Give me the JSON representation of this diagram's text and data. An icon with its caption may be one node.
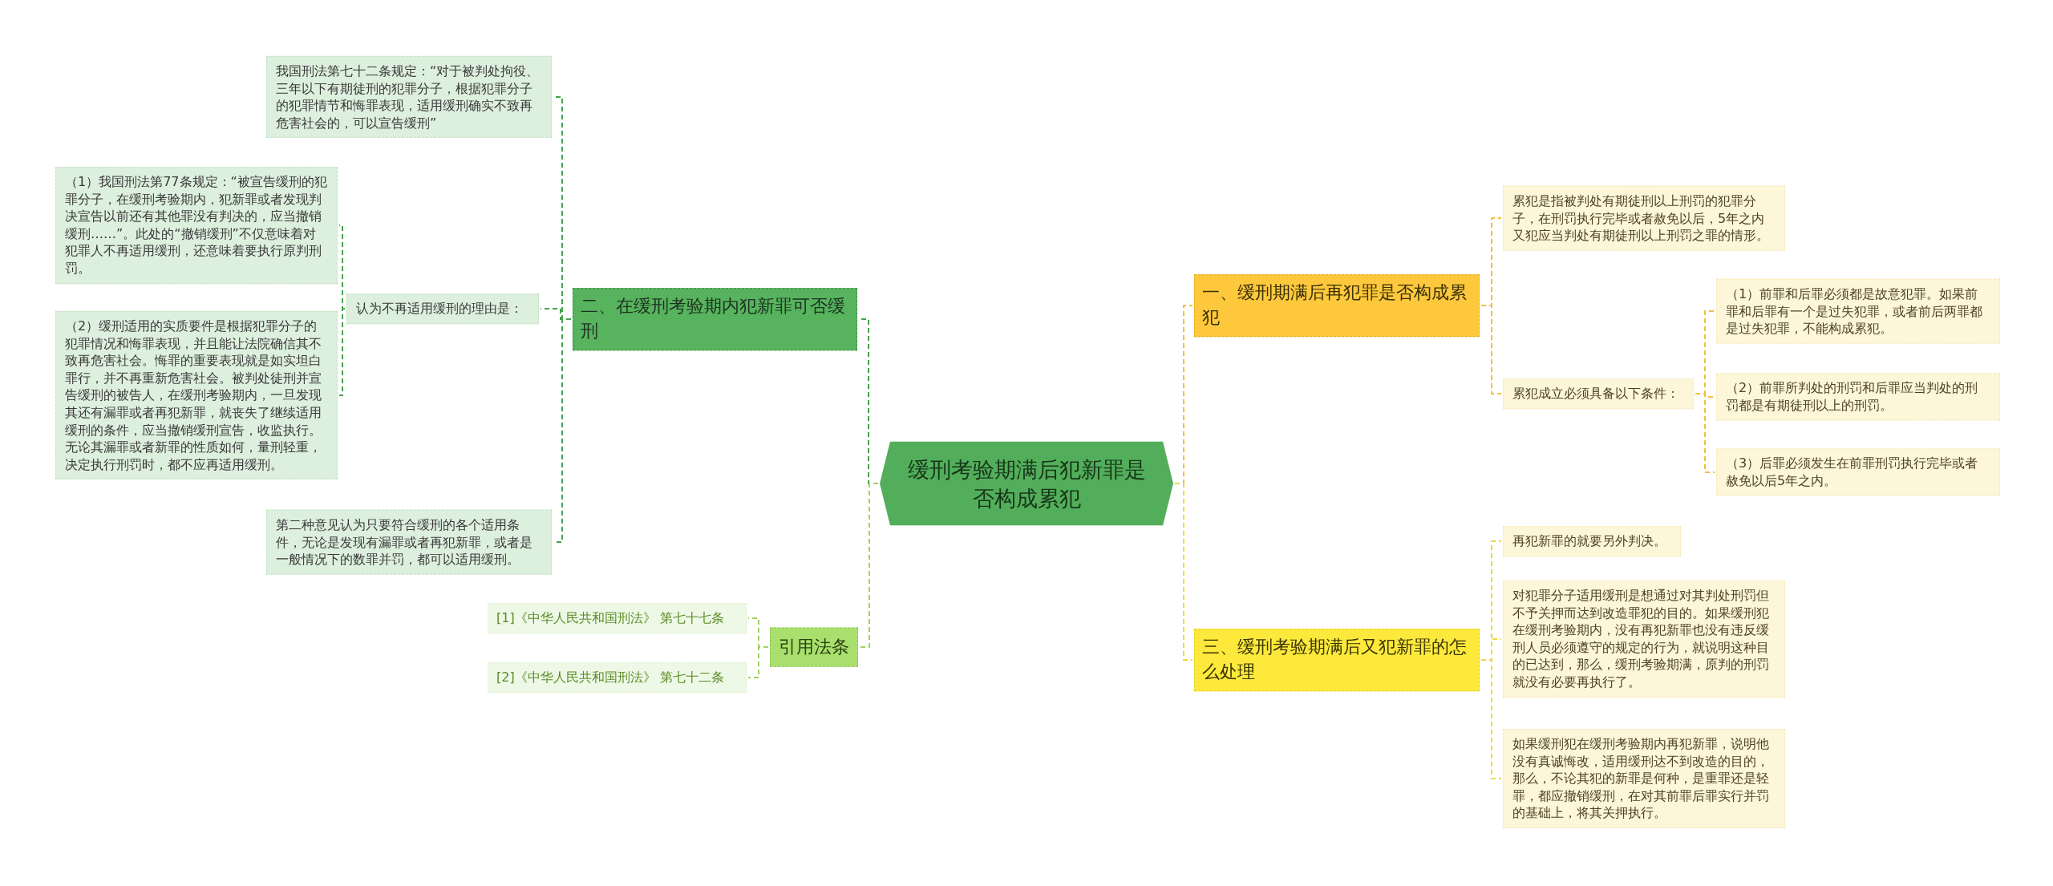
{
  "diagram": {
    "nodes": [
      {
        "text": [
          "缓刑考验期满后犯新罪是否构成累犯"
        ]
      },
      {
        "text": [
          "二、在缓刑考验期内犯新罪可否缓刑"
        ]
      },
      {
        "text": [
          "我国刑法第七十二条规定：“对于被判处拘役、三年以下有期徒刑的犯罪分子，根据犯罪分子的犯罪情节和悔罪表现，适用缓刑确实不致再危害社会的，可以宣告缓刑”"
        ]
      },
      {
        "text": [
          "认为不再适用缓刑的理由是："
        ]
      },
      {
        "text": [
          "（1）我国刑法第77条规定：“被宣告缓刑的犯罪分子，在缓刑考验期内，犯新罪或者发现判决宣告以前还有其他罪没有判决的，应当撤销缓刑……”。此处的“撤销缓刑”不仅意味着对犯罪人不再适用缓刑，还意味着要执行原判刑罚。"
        ]
      },
      {
        "text": [
          "（2）缓刑适用的实质要件是根据犯罪分子的犯罪情况和悔罪表现，并且能让法院确信其不致再危害社会。悔罪的重要表现就是如实坦白罪行，并不再重新危害社会。被判处徒刑并宣告缓刑的被告人，在缓刑考验期内，一旦发现其还有漏罪或者再犯新罪，就丧失了继续适用缓刑的条件，应当撤销缓刑宣告，收监执行。无论其漏罪或者新罪的性质如何，量刑轻重，决定执行刑罚时，都不应再适用缓刑。"
        ]
      },
      {
        "text": [
          "第二种意见认为只要符合缓刑的各个适用条件，无论是发现有漏罪或者再犯新罪，或者是一般情况下的数罪并罚，都可以适用缓刑。"
        ]
      },
      {
        "text": [
          "引用法条"
        ]
      },
      {
        "text": [
          "[1]《中华人民共和国刑法》 第七十七条"
        ]
      },
      {
        "text": [
          "[2]《中华人民共和国刑法》 第七十二条"
        ]
      },
      {
        "text": [
          "一、缓刑期满后再犯罪是否构成累犯"
        ]
      },
      {
        "text": [
          "累犯是指被判处有期徒刑以上刑罚的犯罪分子，在刑罚执行完毕或者赦免以后，5年之内又犯应当判处有期徒刑以上刑罚之罪的情形。"
        ]
      },
      {
        "text": [
          "累犯成立必须具备以下条件："
        ]
      },
      {
        "text": [
          "（1）前罪和后罪必须都是故意犯罪。如果前罪和后罪有一个是过失犯罪，或者前后两罪都是过失犯罪，不能构成累犯。"
        ]
      },
      {
        "text": [
          "（2）前罪所判处的刑罚和后罪应当判处的刑罚都是有期徒刑以上的刑罚。"
        ]
      },
      {
        "text": [
          "（3）后罪必须发生在前罪刑罚执行完毕或者赦免以后5年之内。"
        ]
      },
      {
        "text": [
          "三、缓刑考验期满后又犯新罪的怎么处理"
        ]
      },
      {
        "text": [
          "再犯新罪的就要另外判决。"
        ]
      },
      {
        "text": [
          "对犯罪分子适用缓刑是想通过对其判处刑罚但不予关押而达到改造罪犯的目的。如果缓刑犯在缓刑考验期内，没有再犯新罪也没有违反缓刑人员必须遵守的规定的行为，就说明这种目的已达到，那么，缓刑考验期满，原判的刑罚就没有必要再执行了。"
        ]
      },
      {
        "text": [
          "如果缓刑犯在缓刑考验期内再犯新罪，说明他没有真诚悔改，适用缓刑达不到改造的目的，那么，不论其犯的新罪是何种，是重罪还是轻罪，都应撤销缓刑，在对其前罪后罪实行并罚的基础上，将其关押执行。"
        ]
      }
    ],
    "edges": [
      {
        "from": 0,
        "to": 1,
        "arrow": "none",
        "style": "dashed",
        "color": "#43a34b"
      },
      {
        "from": 1,
        "to": 2,
        "arrow": "none",
        "style": "dashed",
        "color": "#43a34b"
      },
      {
        "from": 1,
        "to": 3,
        "arrow": "none",
        "style": "dashed",
        "color": "#43a34b"
      },
      {
        "from": 3,
        "to": 4,
        "arrow": "none",
        "style": "dashed",
        "color": "#43a34b"
      },
      {
        "from": 3,
        "to": 5,
        "arrow": "none",
        "style": "dashed",
        "color": "#43a34b"
      },
      {
        "from": 1,
        "to": 6,
        "arrow": "none",
        "style": "dashed",
        "color": "#43a34b"
      },
      {
        "from": 0,
        "to": 7,
        "arrow": "none",
        "style": "dashed",
        "color": "#9fd25e"
      },
      {
        "from": 7,
        "to": 8,
        "arrow": "none",
        "style": "dashed",
        "color": "#9fd25e"
      },
      {
        "from": 7,
        "to": 9,
        "arrow": "none",
        "style": "dashed",
        "color": "#9fd25e"
      },
      {
        "from": 0,
        "to": 10,
        "arrow": "none",
        "style": "dashed",
        "color": "#f4bf3c"
      },
      {
        "from": 10,
        "to": 11,
        "arrow": "none",
        "style": "dashed",
        "color": "#f4bf3c"
      },
      {
        "from": 10,
        "to": 12,
        "arrow": "none",
        "style": "dashed",
        "color": "#f4bf3c"
      },
      {
        "from": 12,
        "to": 13,
        "arrow": "none",
        "style": "dashed",
        "color": "#f4bf3c"
      },
      {
        "from": 12,
        "to": 14,
        "arrow": "none",
        "style": "dashed",
        "color": "#f4bf3c"
      },
      {
        "from": 12,
        "to": 15,
        "arrow": "none",
        "style": "dashed",
        "color": "#f4bf3c"
      },
      {
        "from": 0,
        "to": 16,
        "arrow": "none",
        "style": "dashed",
        "color": "#efd93a"
      },
      {
        "from": 16,
        "to": 17,
        "arrow": "none",
        "style": "dashed",
        "color": "#efd93a"
      },
      {
        "from": 16,
        "to": 18,
        "arrow": "none",
        "style": "dashed",
        "color": "#efd93a"
      },
      {
        "from": 16,
        "to": 19,
        "arrow": "none",
        "style": "dashed",
        "color": "#efd93a"
      }
    ]
  }
}
